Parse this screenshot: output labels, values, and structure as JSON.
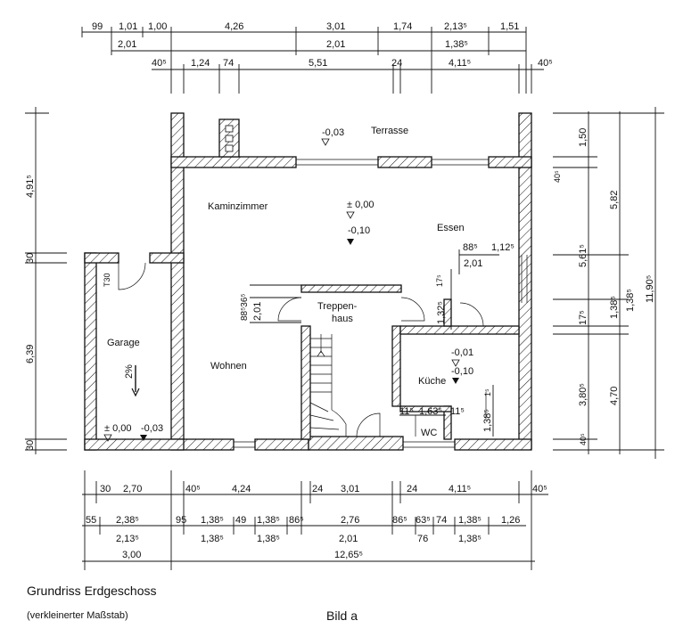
{
  "rooms": {
    "terrasse": "Terrasse",
    "kaminzimmer": "Kaminzimmer",
    "essen": "Essen",
    "garage": "Garage",
    "wohnen": "Wohnen",
    "treppen1": "Treppen-",
    "treppen2": "haus",
    "kueche": "Küche",
    "wc": "WC",
    "t30": "T30"
  },
  "levels": {
    "terrasse": "-0,03",
    "main_top": "± 0,00",
    "main_bot": "-0,10",
    "garage_a": "± 0,00",
    "garage_b": "-0,03",
    "kueche_a": "-0,01",
    "kueche_b": "-0,10",
    "slope": "2%"
  },
  "dims_top": {
    "r1": [
      "99",
      "1,01",
      "1,00",
      "4,26",
      "3,01",
      "1,74",
      "2,13⁵",
      "1,51"
    ],
    "r2": [
      "2,01",
      "2,01",
      "1,38⁵"
    ],
    "r3": [
      "40⁵",
      "1,24",
      "74",
      "5,51",
      "24",
      "4,11⁵",
      "40⁵"
    ]
  },
  "dims_bottom": {
    "r1": [
      "30",
      "2,70",
      "40⁵",
      "4,24",
      "24",
      "3,01",
      "24",
      "4,11⁵",
      "40⁵"
    ],
    "r2": [
      "55",
      "2,38⁵",
      "95",
      "1,38⁵",
      "49",
      "1,38⁵",
      "86⁵",
      "2,76",
      "86⁵",
      "63⁵",
      "74",
      "1,38⁵",
      "1,26"
    ],
    "r3": [
      "2,13⁵",
      "1,38⁵",
      "1,38⁵",
      "2,01",
      "76",
      "1,38⁵"
    ],
    "r4": [
      "3,00",
      "12,65⁵"
    ]
  },
  "dims_left": [
    "4,91⁵",
    "30",
    "6,39",
    "30"
  ],
  "dims_right": {
    "col1": [
      "1,50",
      "40⁵",
      "5,61⁵",
      "17⁵",
      "3,80⁵",
      "40⁵"
    ],
    "col2": [
      "5,82",
      "1,38⁵",
      "4,70"
    ],
    "col3": [
      "11,90⁵",
      "1,38⁵"
    ]
  },
  "dims_inner": {
    "essen_a": "88⁵",
    "essen_b": "1,12⁵",
    "essen_c": "2,01",
    "stair_a": "88⁵36⁵",
    "stair_b": "2,01",
    "hall_a": "17⁵",
    "hall_b": "1,32⁵",
    "wc_a": "11⁵",
    "wc_b": "1,63⁵",
    "wc_c": "11⁵",
    "kue_a": "1⁵",
    "kue_b": "1,38⁵"
  },
  "caption": {
    "title": "Grundriss Erdgeschoss",
    "scale": "(verkleinerter Maßstab)",
    "figure": "Bild a"
  }
}
